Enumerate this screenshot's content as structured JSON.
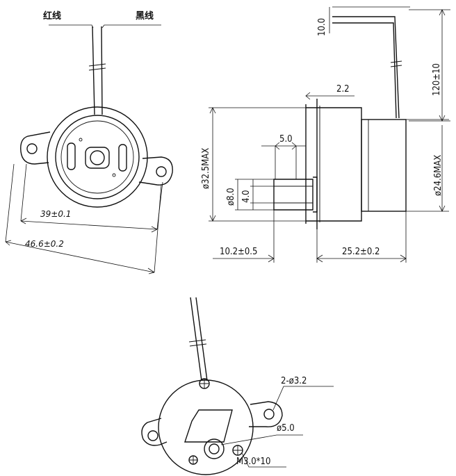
{
  "labels": {
    "red_wire": "红线",
    "black_wire": "黑线",
    "hole_spacing": "39±0.1",
    "flange_width": "46.6±0.2",
    "wire_offset": "10.0",
    "wire_length": "120±10",
    "shoulder": "2.2",
    "shaft_flat": "5.0",
    "body_dia": "ø32.5MAX",
    "shaft_dia": "ø8.0",
    "flat_width": "4.0",
    "gear_dia": "ø24.6MAX",
    "shaft_length": "10.2±0.5",
    "body_length": "25.2±0.2",
    "mount_holes": "2-ø3.2",
    "boss_dia": "ø5.0",
    "screw": "M3.0*10"
  }
}
